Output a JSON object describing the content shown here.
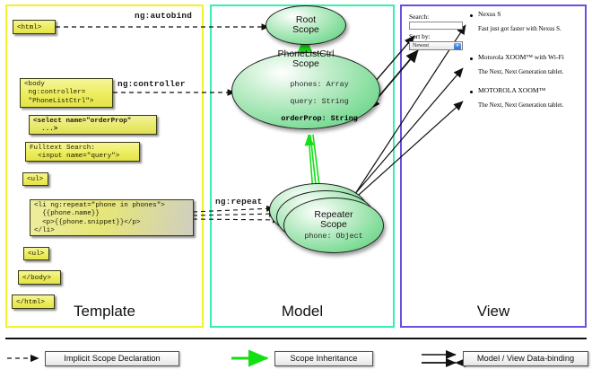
{
  "panels": {
    "template": {
      "title": "Template",
      "border_color": "#f2f22b"
    },
    "model": {
      "title": "Model",
      "border_color": "#37efae"
    },
    "view": {
      "title": "View",
      "border_color": "#6b4fe0"
    }
  },
  "template_boxes": [
    {
      "id": "html-open",
      "text": "<html>"
    },
    {
      "id": "body-open",
      "text": "<body\n ng:controller=\n \"PhoneListCtrl\">"
    },
    {
      "id": "select",
      "text": "<select name=\"orderProp\"\n  ...>"
    },
    {
      "id": "fulltext",
      "text": "Fulltext Search:\n  <input name=\"query\">"
    },
    {
      "id": "ul-open",
      "text": "<ul>"
    },
    {
      "id": "li-repeat",
      "text": "<li ng:repeat=\"phone in phones\">\n  {{phone.name}}\n  <p>{{phone.snippet}}</p>\n</li>"
    },
    {
      "id": "ul-close",
      "text": "<ul>"
    },
    {
      "id": "body-close",
      "text": "</body>"
    },
    {
      "id": "html-close",
      "text": "</html>"
    }
  ],
  "scopes": [
    {
      "id": "root",
      "title": "Root\nScope",
      "props": []
    },
    {
      "id": "phonelist",
      "title": "PhoneListCtrl\nScope",
      "props": [
        "phones: Array",
        "query: String",
        "orderProp: String"
      ],
      "bold_prop": "orderProp: String"
    },
    {
      "id": "repeater",
      "title": "Repeater\nScope",
      "props": [
        "phone: Object"
      ]
    }
  ],
  "connector_labels": {
    "autobind": "ng:autobind",
    "controller": "ng:controller",
    "repeat": "ng:repeat"
  },
  "view": {
    "search_label": "Search:",
    "search_value": "",
    "sort_label": "Sort by:",
    "sort_value": "Newest",
    "items": [
      {
        "title": "Nexus S",
        "snippet": "Fast just got faster with Nexus S."
      },
      {
        "title": "Motorola XOOM™  with Wi-Fi",
        "snippet": "The Next, Next Generation tablet."
      },
      {
        "title": "MOTOROLA XOOM™",
        "snippet": "The Next, Next Generation tablet."
      }
    ]
  },
  "legend": [
    {
      "id": "implicit",
      "label": "Implicit Scope Declaration",
      "style": "dashed-arrow",
      "color": "#111111"
    },
    {
      "id": "inheritance",
      "label": "Scope Inheritance",
      "style": "green-arrow",
      "color": "#13e013"
    },
    {
      "id": "databinding",
      "label": "Model / View Data-binding",
      "style": "double-arrow",
      "color": "#111111"
    }
  ]
}
